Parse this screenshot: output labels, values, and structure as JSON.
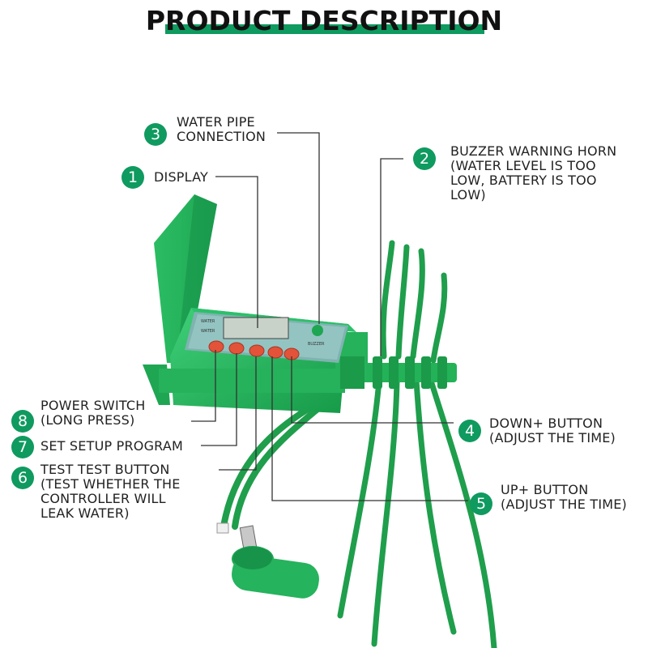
{
  "title": "PRODUCT DESCRIPTION",
  "accent_color": "#0f9a5f",
  "device_lcd_labels": [
    "WATER",
    "WATER"
  ],
  "buzzer_label": "BUZZER",
  "callouts": [
    {
      "number": "1",
      "text": "DISPLAY"
    },
    {
      "number": "2",
      "text": "BUZZER WARNING HORN\n(WATER LEVEL IS TOO\nLOW, BATTERY IS TOO\nLOW)"
    },
    {
      "number": "3",
      "text": "WATER PIPE\nCONNECTION"
    },
    {
      "number": "4",
      "text": "DOWN+ BUTTON\n(ADJUST THE TIME)"
    },
    {
      "number": "5",
      "text": "UP+ BUTTON\n(ADJUST THE TIME)"
    },
    {
      "number": "6",
      "text": "TEST TEST BUTTON\n(TEST WHETHER THE\nCONTROLLER WILL\nLEAK WATER)"
    },
    {
      "number": "7",
      "text": "SET SETUP PROGRAM"
    },
    {
      "number": "8",
      "text": "POWER SWITCH\n(LONG PRESS)"
    }
  ]
}
